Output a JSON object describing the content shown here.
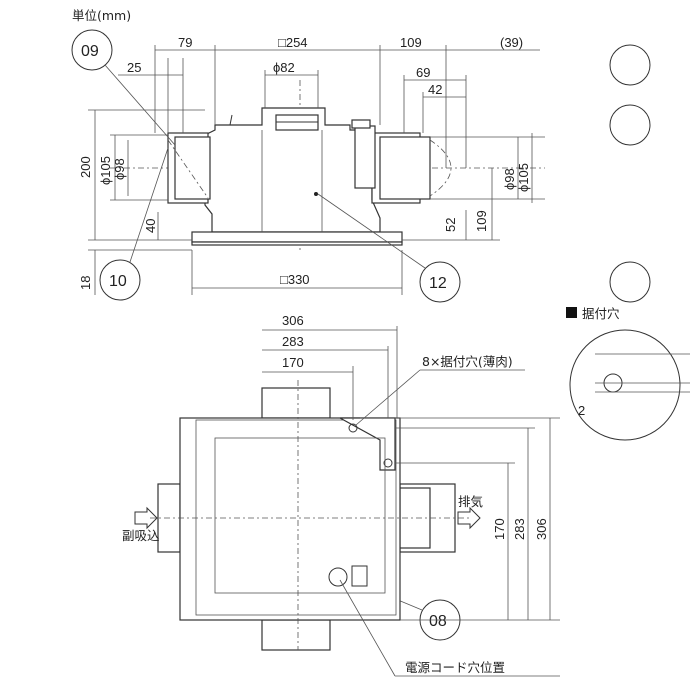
{
  "unit_label": "単位(mm)",
  "top_view": {
    "dims_top": {
      "d79": "79",
      "d254": "□254",
      "d109": "109",
      "d39": "(39)",
      "d25": "25",
      "d82": "ϕ82",
      "d69": "69",
      "d42": "42"
    },
    "dims_side": {
      "d200": "200",
      "d105l": "ϕ105",
      "d98l": "ϕ98",
      "d40": "40",
      "d18": "18",
      "d98r": "ϕ98",
      "d105r": "ϕ105",
      "d52": "52",
      "d109r": "109"
    },
    "dims_bottom": {
      "d330": "□330"
    }
  },
  "front_view": {
    "dims_top": {
      "d306": "306",
      "d283": "283",
      "d170": "170"
    },
    "dims_right": {
      "d170": "170",
      "d283": "283",
      "d306": "306"
    },
    "mount_hole_label": "8×据付穴(薄肉)",
    "exhaust_label": "排気",
    "intake_label": "副吸込",
    "power_cord_label": "電源コード穴位置"
  },
  "callouts": {
    "c09": "09",
    "c10": "10",
    "c12": "12",
    "c08": "08"
  },
  "detail": {
    "title": "据付穴",
    "dim2": "2"
  }
}
